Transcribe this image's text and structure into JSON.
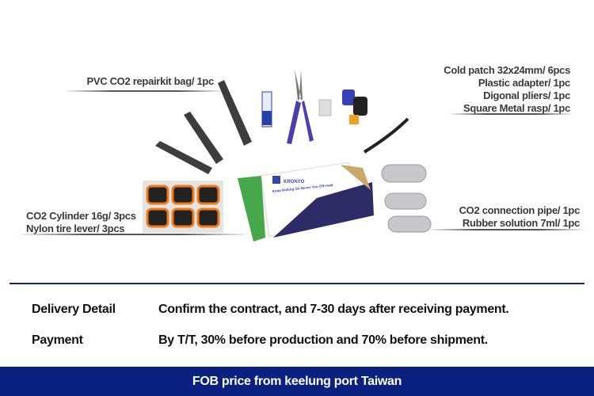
{
  "labels": {
    "top_left": "PVC CO2 repairkit bag/ 1pc",
    "top_right": [
      "Cold patch 32x24mm/ 6pcs",
      "Plastic adapter/ 1pc",
      "Digonal pliers/ 1pc",
      "Square Metal rasp/ 1pc"
    ],
    "bottom_left": [
      "CO2 Cylinder 16g/ 3pcs",
      "Nylon tire lever/ 3pcs"
    ],
    "bottom_right": [
      "CO2 connection pipe/ 1pc",
      "Rubber solution 7ml/ 1pc"
    ]
  },
  "box_branding": {
    "brand": "KRONYO",
    "slogan": "Keep Rolling On Never You Off-road"
  },
  "details": [
    {
      "label": "Delivery Detail",
      "value": "Confirm the contract, and 7-30 days after receiving payment."
    },
    {
      "label": "Payment",
      "value": "By T/T, 30% before production and 70% before shipment."
    }
  ],
  "footer": "FOB price from keelung port Taiwan",
  "colors": {
    "navy": "#0b2180",
    "label_gray": "#3a3a3a",
    "patch_orange": "#f07a1a",
    "plier_purple": "#4b3fb0"
  }
}
